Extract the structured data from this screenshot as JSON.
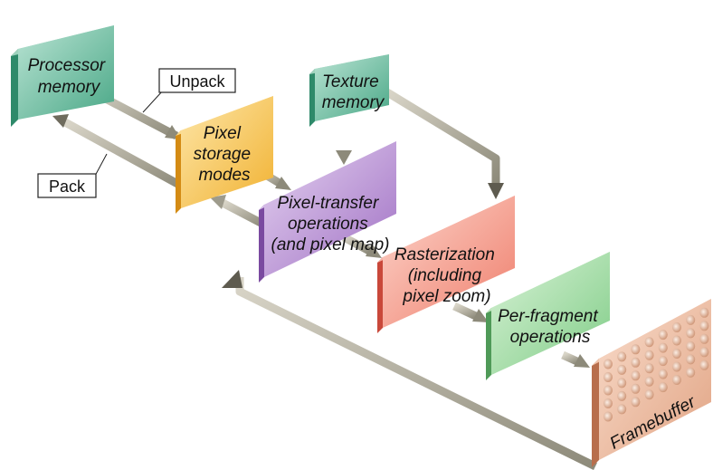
{
  "blocks": {
    "processor_memory": {
      "line1": "Processor",
      "line2": "memory"
    },
    "texture_memory": {
      "line1": "Texture",
      "line2": "memory"
    },
    "pixel_storage": {
      "line1": "Pixel",
      "line2": "storage",
      "line3": "modes"
    },
    "pixel_transfer": {
      "line1": "Pixel-transfer",
      "line2": "operations",
      "line3": "(and pixel map)"
    },
    "rasterization": {
      "line1": "Rasterization",
      "line2": "(including",
      "line3": "pixel zoom)"
    },
    "per_fragment": {
      "line1": "Per-fragment",
      "line2": "operations"
    },
    "framebuffer": {
      "label": "Framebuffer"
    }
  },
  "callouts": {
    "unpack": "Unpack",
    "pack": "Pack"
  }
}
